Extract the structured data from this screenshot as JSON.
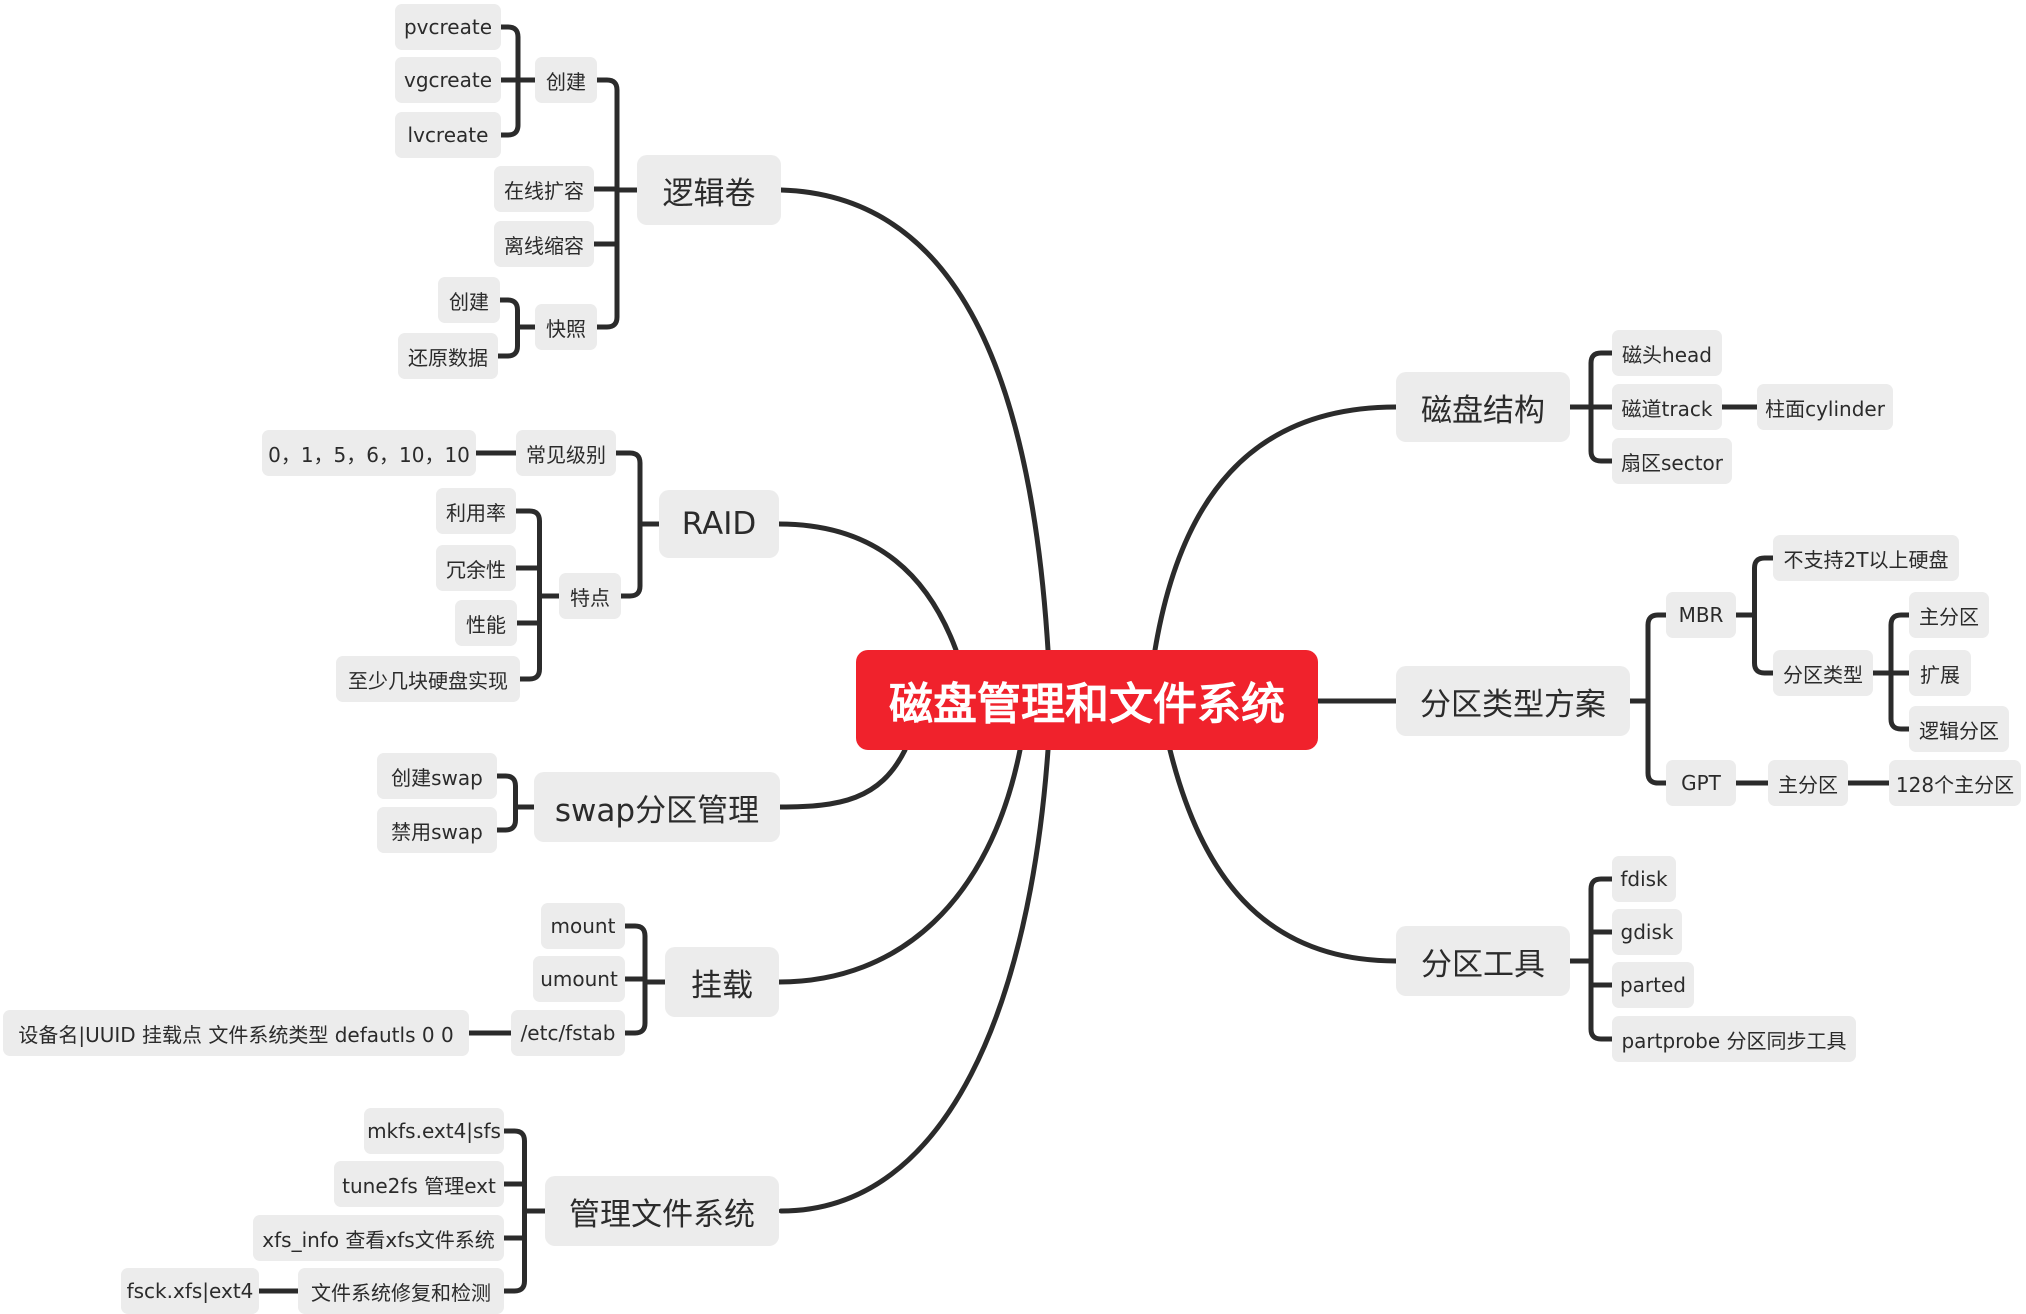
{
  "title": "磁盘管理和文件系统",
  "branches": {
    "lv": {
      "label": "逻辑卷",
      "create": "创建",
      "pvcreate": "pvcreate",
      "vgcreate": "vgcreate",
      "lvcreate": "lvcreate",
      "extend": "在线扩容",
      "shrink": "离线缩容",
      "snapshot": "快照",
      "snap_create": "创建",
      "snap_restore": "还原数据"
    },
    "raid": {
      "label": "RAID",
      "levels": "常见级别",
      "levels_values": "0，1，5，6，10，10",
      "features": "特点",
      "utilization": "利用率",
      "redundancy": "冗余性",
      "performance": "性能",
      "min_disks": "至少几块硬盘实现"
    },
    "swap": {
      "label": "swap分区管理",
      "create": "创建swap",
      "disable": "禁用swap"
    },
    "mount": {
      "label": "挂载",
      "mount": "mount",
      "umount": "umount",
      "fstab": "/etc/fstab",
      "fstab_format": "设备名|UUID 挂载点  文件系统类型 defautls  0 0"
    },
    "fs": {
      "label": "管理文件系统",
      "mkfs": "mkfs.ext4|sfs",
      "tune2fs": "tune2fs 管理ext",
      "xfs_info": "xfs_info 查看xfs文件系统",
      "repair": "文件系统修复和检测",
      "fsck": "fsck.xfs|ext4"
    },
    "disk": {
      "label": "磁盘结构",
      "head": "磁头head",
      "track": "磁道track",
      "cylinder": "柱面cylinder",
      "sector": "扇区sector"
    },
    "ptype": {
      "label": "分区类型方案",
      "mbr": "MBR",
      "mbr_limit": "不支持2T以上硬盘",
      "mbr_types": "分区类型",
      "primary": "主分区",
      "extended": "扩展",
      "logical": "逻辑分区",
      "gpt": "GPT",
      "gpt_primary": "主分区",
      "gpt_count": "128个主分区"
    },
    "tools": {
      "label": "分区工具",
      "fdisk": "fdisk",
      "gdisk": "gdisk",
      "parted": "parted",
      "partprobe": "partprobe 分区同步工具"
    }
  },
  "colors": {
    "root": "#f0222c",
    "node": "#ececec",
    "line": "#2b2b2b",
    "text": "#2b2b2b"
  }
}
